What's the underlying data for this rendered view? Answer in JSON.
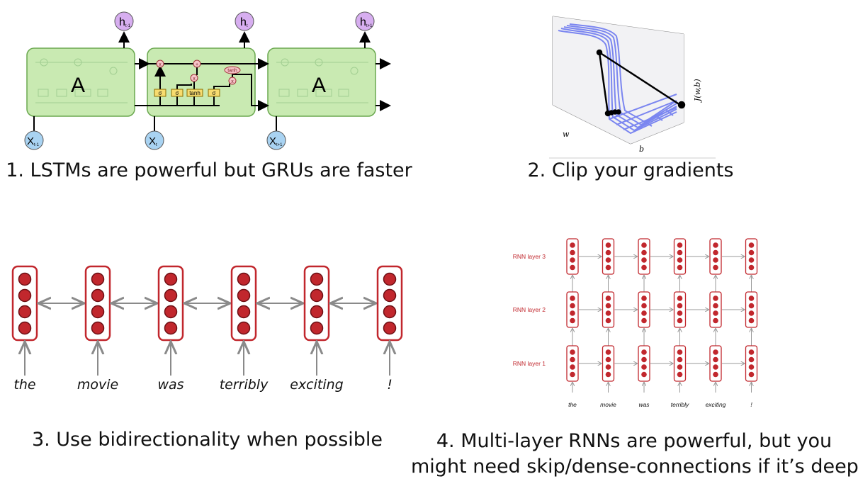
{
  "panel1": {
    "caption": "1. LSTMs are powerful but GRUs are faster",
    "cells": [
      "A",
      "A"
    ],
    "h_labels": [
      {
        "base": "h",
        "sub": "t-1"
      },
      {
        "base": "h",
        "sub": "t"
      },
      {
        "base": "h",
        "sub": "t+1"
      }
    ],
    "x_labels": [
      {
        "base": "X",
        "sub": "t-1"
      },
      {
        "base": "X",
        "sub": "t"
      },
      {
        "base": "X",
        "sub": "t+1"
      }
    ],
    "gates": [
      "σ",
      "σ",
      "tanh",
      "σ"
    ],
    "ops": [
      "x",
      "+",
      "x",
      "x"
    ],
    "tanh_op": "tanh"
  },
  "panel2": {
    "caption": "2. Clip your gradients",
    "axis_w": "w",
    "axis_b": "b",
    "axis_j": "J(w,b)"
  },
  "panel3": {
    "caption": "3. Use bidirectionality when possible",
    "words": [
      "the",
      "movie",
      "was",
      "terribly",
      "exciting",
      "!"
    ]
  },
  "panel4": {
    "caption_line1": "4. Multi-layer RNNs are powerful, but you",
    "caption_line2": "might need skip/dense-connections if it’s deep",
    "layers": [
      "RNN layer 3",
      "RNN layer 2",
      "RNN layer 1"
    ],
    "words": [
      "the",
      "movie",
      "was",
      "terribly",
      "exciting",
      "!"
    ]
  },
  "colors": {
    "lstm_fill": "#c9eab2",
    "lstm_stroke": "#6aa84f",
    "h_fill": "#d7aef0",
    "x_fill": "#a9d3f2",
    "gate_fill": "#f7dc6f",
    "rnn_red": "#c1272d",
    "surface_blue": "#7b86f0"
  }
}
